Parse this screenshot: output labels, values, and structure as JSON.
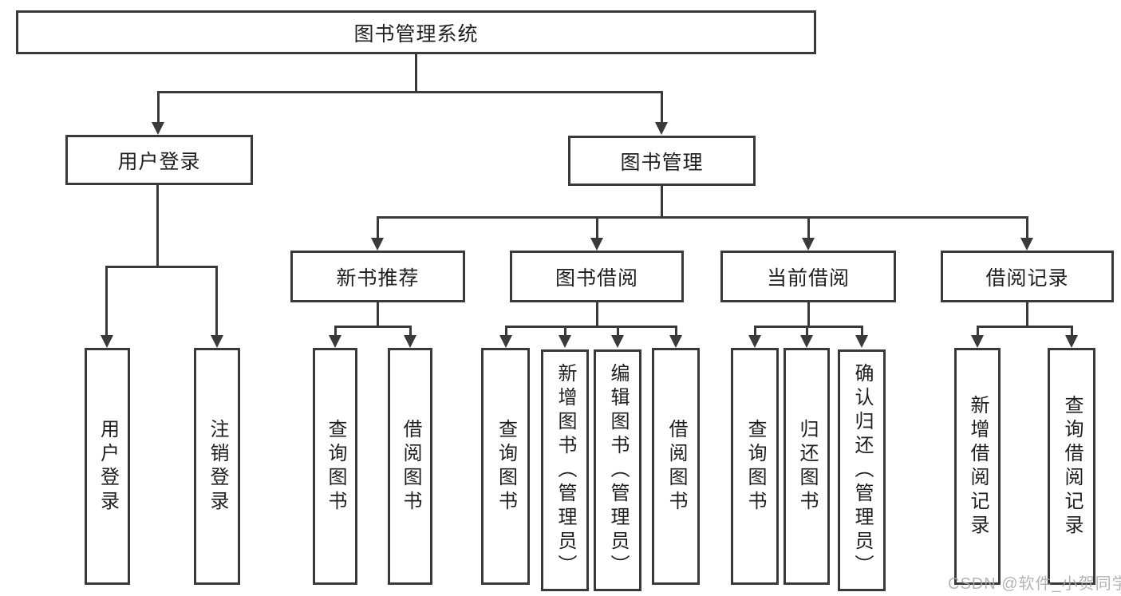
{
  "diagram": {
    "root": {
      "label": "图书管理系统"
    },
    "level2": [
      {
        "label": "用户登录"
      },
      {
        "label": "图书管理"
      }
    ],
    "level3": [
      {
        "label": "新书推荐"
      },
      {
        "label": "图书借阅"
      },
      {
        "label": "当前借阅"
      },
      {
        "label": "借阅记录"
      }
    ],
    "leaves": {
      "user_login": [
        {
          "label": "用户登录"
        },
        {
          "label": "注销登录"
        }
      ],
      "new_books": [
        {
          "label": "查询图书"
        },
        {
          "label": "借阅图书"
        }
      ],
      "book_borrow": [
        {
          "label": "查询图书"
        },
        {
          "label": "新增图书（管理员）"
        },
        {
          "label": "编辑图书（管理员）"
        },
        {
          "label": "借阅图书"
        }
      ],
      "current_borrow": [
        {
          "label": "查询图书"
        },
        {
          "label": "归还图书"
        },
        {
          "label": "确认归还（管理员）"
        }
      ],
      "borrow_records": [
        {
          "label": "新增借阅记录"
        },
        {
          "label": "查询借阅记录"
        }
      ]
    }
  },
  "watermark": "CSDN @软件_小贺同学",
  "colors": {
    "line": "#3a3a3a",
    "text": "#1f1f1f",
    "watermark": "#a9a9a9",
    "background": "#ffffff"
  }
}
